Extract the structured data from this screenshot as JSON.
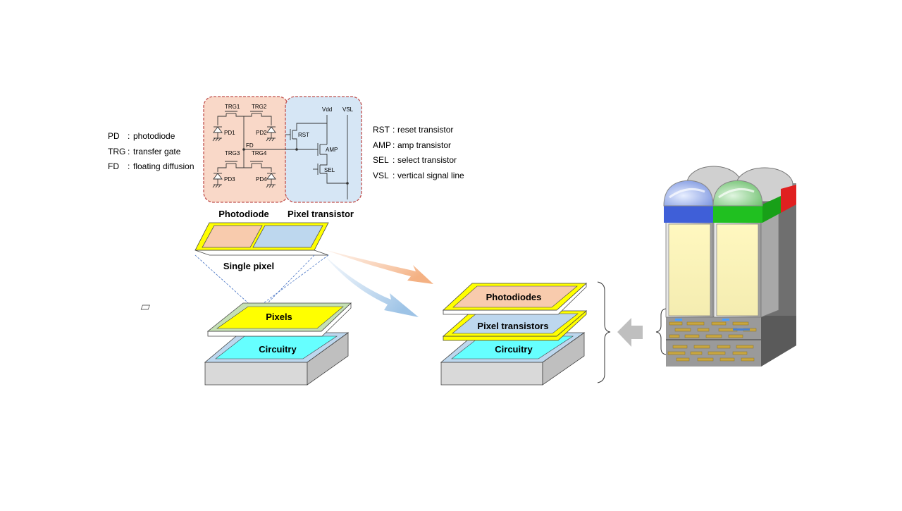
{
  "legend_left": [
    {
      "abbr": "PD",
      "sep": ":",
      "text": "photodiode"
    },
    {
      "abbr": "TRG",
      "sep": ":",
      "text": "transfer gate"
    },
    {
      "abbr": "FD",
      "sep": ":",
      "text": "floating diffusion"
    }
  ],
  "legend_right": [
    {
      "abbr": "RST",
      "sep": ":",
      "text": "reset transistor"
    },
    {
      "abbr": "AMP",
      "sep": ":",
      "text": "amp transistor"
    },
    {
      "abbr": "SEL",
      "sep": ":",
      "text": "select transistor"
    },
    {
      "abbr": "VSL",
      "sep": ":",
      "text": "vertical signal line"
    }
  ],
  "circuit": {
    "trg1": "TRG1",
    "trg2": "TRG2",
    "trg3": "TRG3",
    "trg4": "TRG4",
    "pd1": "PD1",
    "pd2": "PD2",
    "pd3": "PD3",
    "pd4": "PD4",
    "fd": "FD",
    "vdd": "Vdd",
    "vsl": "VSL",
    "rst": "RST",
    "amp": "AMP",
    "sel": "SEL"
  },
  "section_labels": {
    "photodiode": "Photodiode",
    "pixel_transistor": "Pixel transistor",
    "single_pixel": "Single pixel"
  },
  "left_stack": {
    "pixels": "Pixels",
    "circuitry": "Circuitry"
  },
  "right_stack": {
    "photodiodes": "Photodiodes",
    "pixel_transistors": "Pixel transistors",
    "circuitry": "Circuitry"
  },
  "colors": {
    "photodiode_bg": "#f9d8c8",
    "transistor_bg": "#d6e6f5",
    "box_border": "#c0504d",
    "yellow": "#ffff00",
    "cyan": "#66ffff",
    "grey_arrow": "#bfbfbf"
  }
}
